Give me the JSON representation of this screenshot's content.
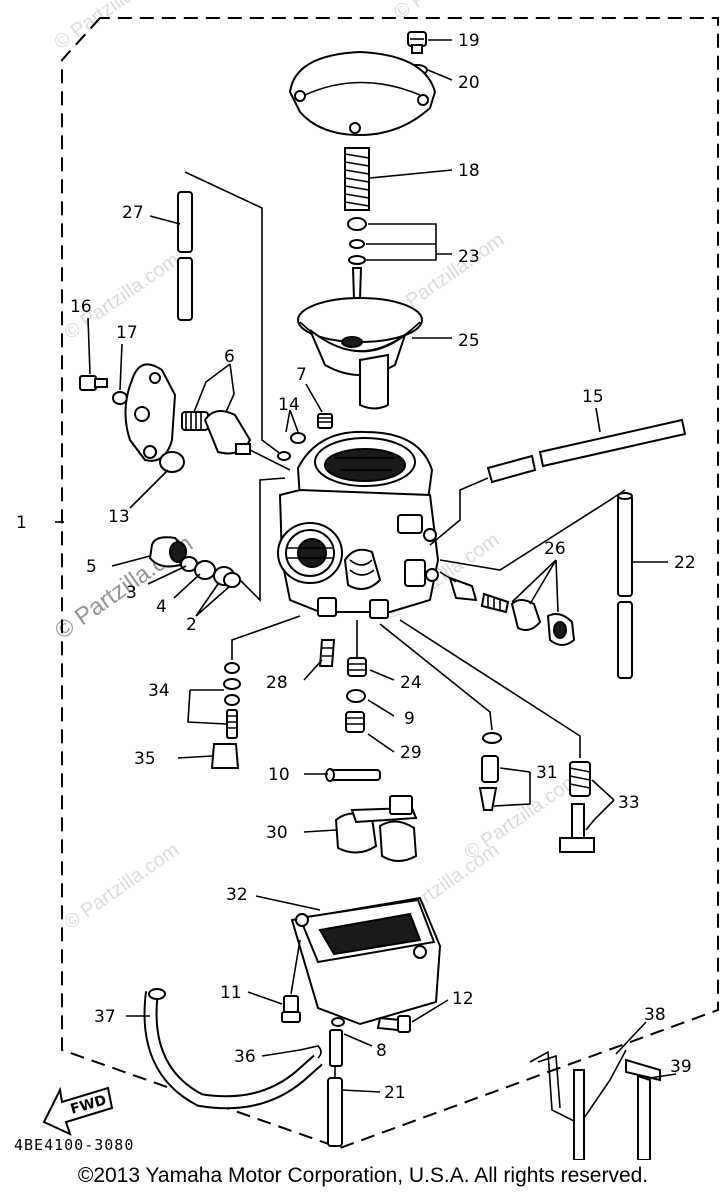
{
  "diagram": {
    "part_code": "4BE4100-3080",
    "fwd_label": "FWD",
    "watermark": "© Partzilla.com",
    "callouts": {
      "c1": "1",
      "c2": "2",
      "c3": "3",
      "c4": "4",
      "c5": "5",
      "c6": "6",
      "c7": "7",
      "c8": "8",
      "c9": "9",
      "c10": "10",
      "c11": "11",
      "c12": "12",
      "c13": "13",
      "c14": "14",
      "c15": "15",
      "c16": "16",
      "c17": "17",
      "c18": "18",
      "c19": "19",
      "c20": "20",
      "c21": "21",
      "c22": "22",
      "c23": "23",
      "c24": "24",
      "c25": "25",
      "c26": "26",
      "c27": "27",
      "c28": "28",
      "c29": "29",
      "c30": "30",
      "c31": "31",
      "c32": "32",
      "c33": "33",
      "c34": "34",
      "c35": "35",
      "c36": "36",
      "c37": "37",
      "c38": "38",
      "c39": "39"
    }
  },
  "footer": {
    "copyright": "©2013 Yamaha Motor Corporation, U.S.A. All rights reserved."
  }
}
